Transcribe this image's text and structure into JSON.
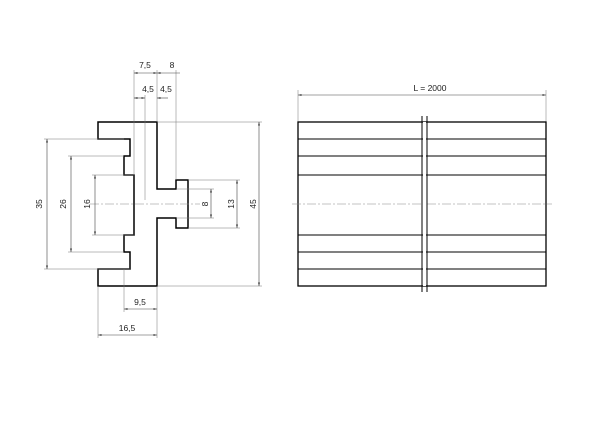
{
  "profile_section": {
    "dimensions": {
      "top_7_5": "7,5",
      "top_8": "8",
      "top_4_5_a": "4,5",
      "top_4_5_b": "4,5",
      "left_35": "35",
      "left_26": "26",
      "left_16": "16",
      "right_8": "8",
      "right_13": "13",
      "right_45": "45",
      "bottom_9_5": "9,5",
      "bottom_16_5": "16,5"
    }
  },
  "side_view": {
    "length_label": "L = 2000"
  }
}
